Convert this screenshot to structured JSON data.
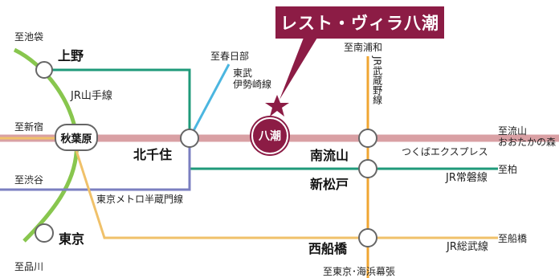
{
  "banner": "レスト・ヴィラ八潮",
  "colors": {
    "brand": "#8c1c45",
    "tsukuba": "#d9a0a4",
    "yamanote": "#88c64e",
    "hibiya": "#1f9a7a",
    "tobu": "#4bb6e0",
    "hanzomon": "#7b7fc0",
    "musashino": "#f0a632",
    "keiyo": "#f0c16a",
    "joban": "#1f9a7a",
    "sobu": "#f0c16a"
  },
  "stations": {
    "ueno": "上野",
    "akihabara": "秋葉原",
    "kitasenju": "北千住",
    "yashio": "八潮",
    "minaminagareyama": "南流山",
    "shinmatsudo": "新松戸",
    "tokyo": "東京",
    "nishifunabashi": "西船橋"
  },
  "lines": {
    "yamanote": "JR山手線",
    "tobu": "東武\n伊勢崎線",
    "musashino": "JR武蔵野線",
    "tsukuba": "つくばエクスプレス",
    "joban": "JR常磐線",
    "hanzomon": "東京メトロ半蔵門線",
    "sobu": "JR総武線"
  },
  "directions": {
    "ikebukuro": "至池袋",
    "shinjuku": "至新宿",
    "shibuya": "至渋谷",
    "shinagawa": "至品川",
    "kasukabe": "至春日部",
    "minamiurawa": "至南浦和",
    "otakanomori": "至流山\nおおたかの森",
    "kashiwa": "至柏",
    "funabashi": "至船橋",
    "tokyo_kaihin": "至東京･海浜幕張"
  }
}
